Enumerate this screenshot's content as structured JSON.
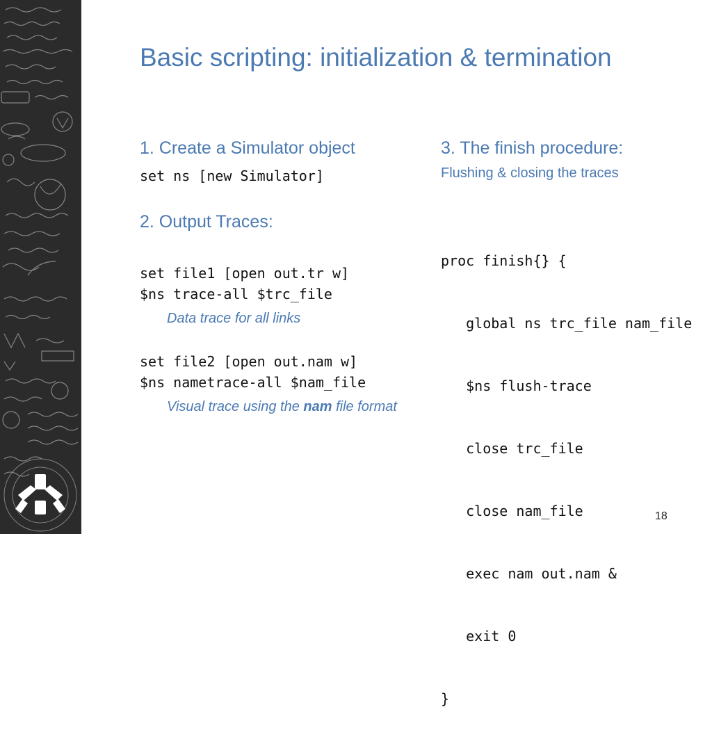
{
  "slide": {
    "title": "Basic scripting: initialization & termination",
    "page_number": "18"
  },
  "left": {
    "step1_heading": "1. Create a Simulator object",
    "step1_code": "set ns [new Simulator]",
    "step2_heading": "2. Output Traces:",
    "trace_code_lines": [
      "set file1 [open out.tr w]",
      "$ns trace-all $trc_file"
    ],
    "trace_note": "Data trace for all links",
    "nam_code_lines": [
      "set file2 [open out.nam w]",
      "$ns nametrace-all $nam_file"
    ],
    "nam_note_before": "Visual trace using the ",
    "nam_note_bold": "nam",
    "nam_note_after": " file format"
  },
  "right": {
    "step3_heading": "3. The finish procedure:",
    "step3_sub": "Flushing & closing the traces",
    "proc_lines": [
      "proc finish{} {",
      "   global ns trc_file nam_file",
      "   $ns flush-trace",
      "   close trc_file",
      "   close nam_file",
      "   exec nam out.nam &",
      "   exit 0",
      "}"
    ]
  },
  "colors": {
    "accent": "#4b7ab3",
    "sidebar": "#2b2b2b"
  },
  "icons": {
    "sidebar": "chalkboard-handwriting-decoration",
    "logo": "university-logo-icon"
  }
}
